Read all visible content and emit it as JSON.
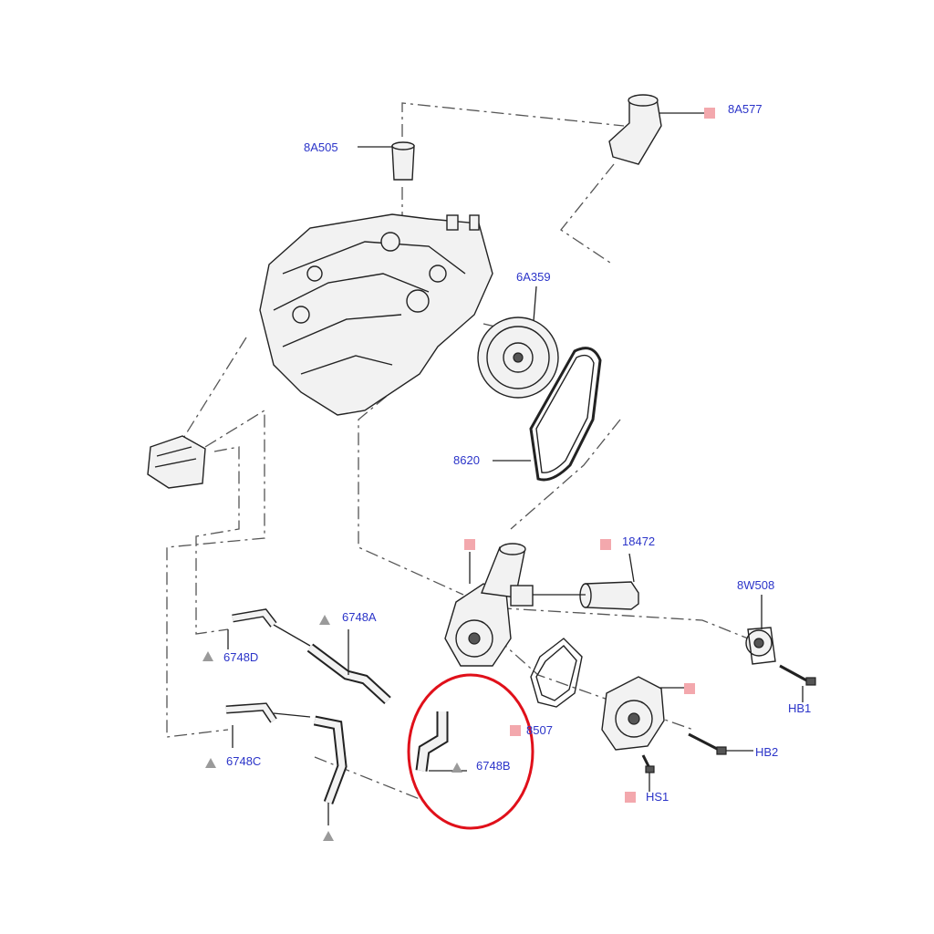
{
  "labels": {
    "p8A577": "8A577",
    "p8A505": "8A505",
    "p6A359": "6A359",
    "p8620": "8620",
    "p18472": "18472",
    "p8W508": "8W508",
    "p6748A": "6748A",
    "p6748D": "6748D",
    "p6748C": "6748C",
    "p6748B": "6748B",
    "p8507": "8507",
    "pHB1": "HB1",
    "pHB2": "HB2",
    "pHS1": "HS1"
  },
  "colors": {
    "label": "#2b34c9",
    "marker_new": "#f3a8ad",
    "marker_triangle": "#9a9a9a",
    "highlight": "#e0101a"
  },
  "icons": {
    "square_marker": "pink-square-icon",
    "triangle_marker": "grey-triangle-icon"
  }
}
